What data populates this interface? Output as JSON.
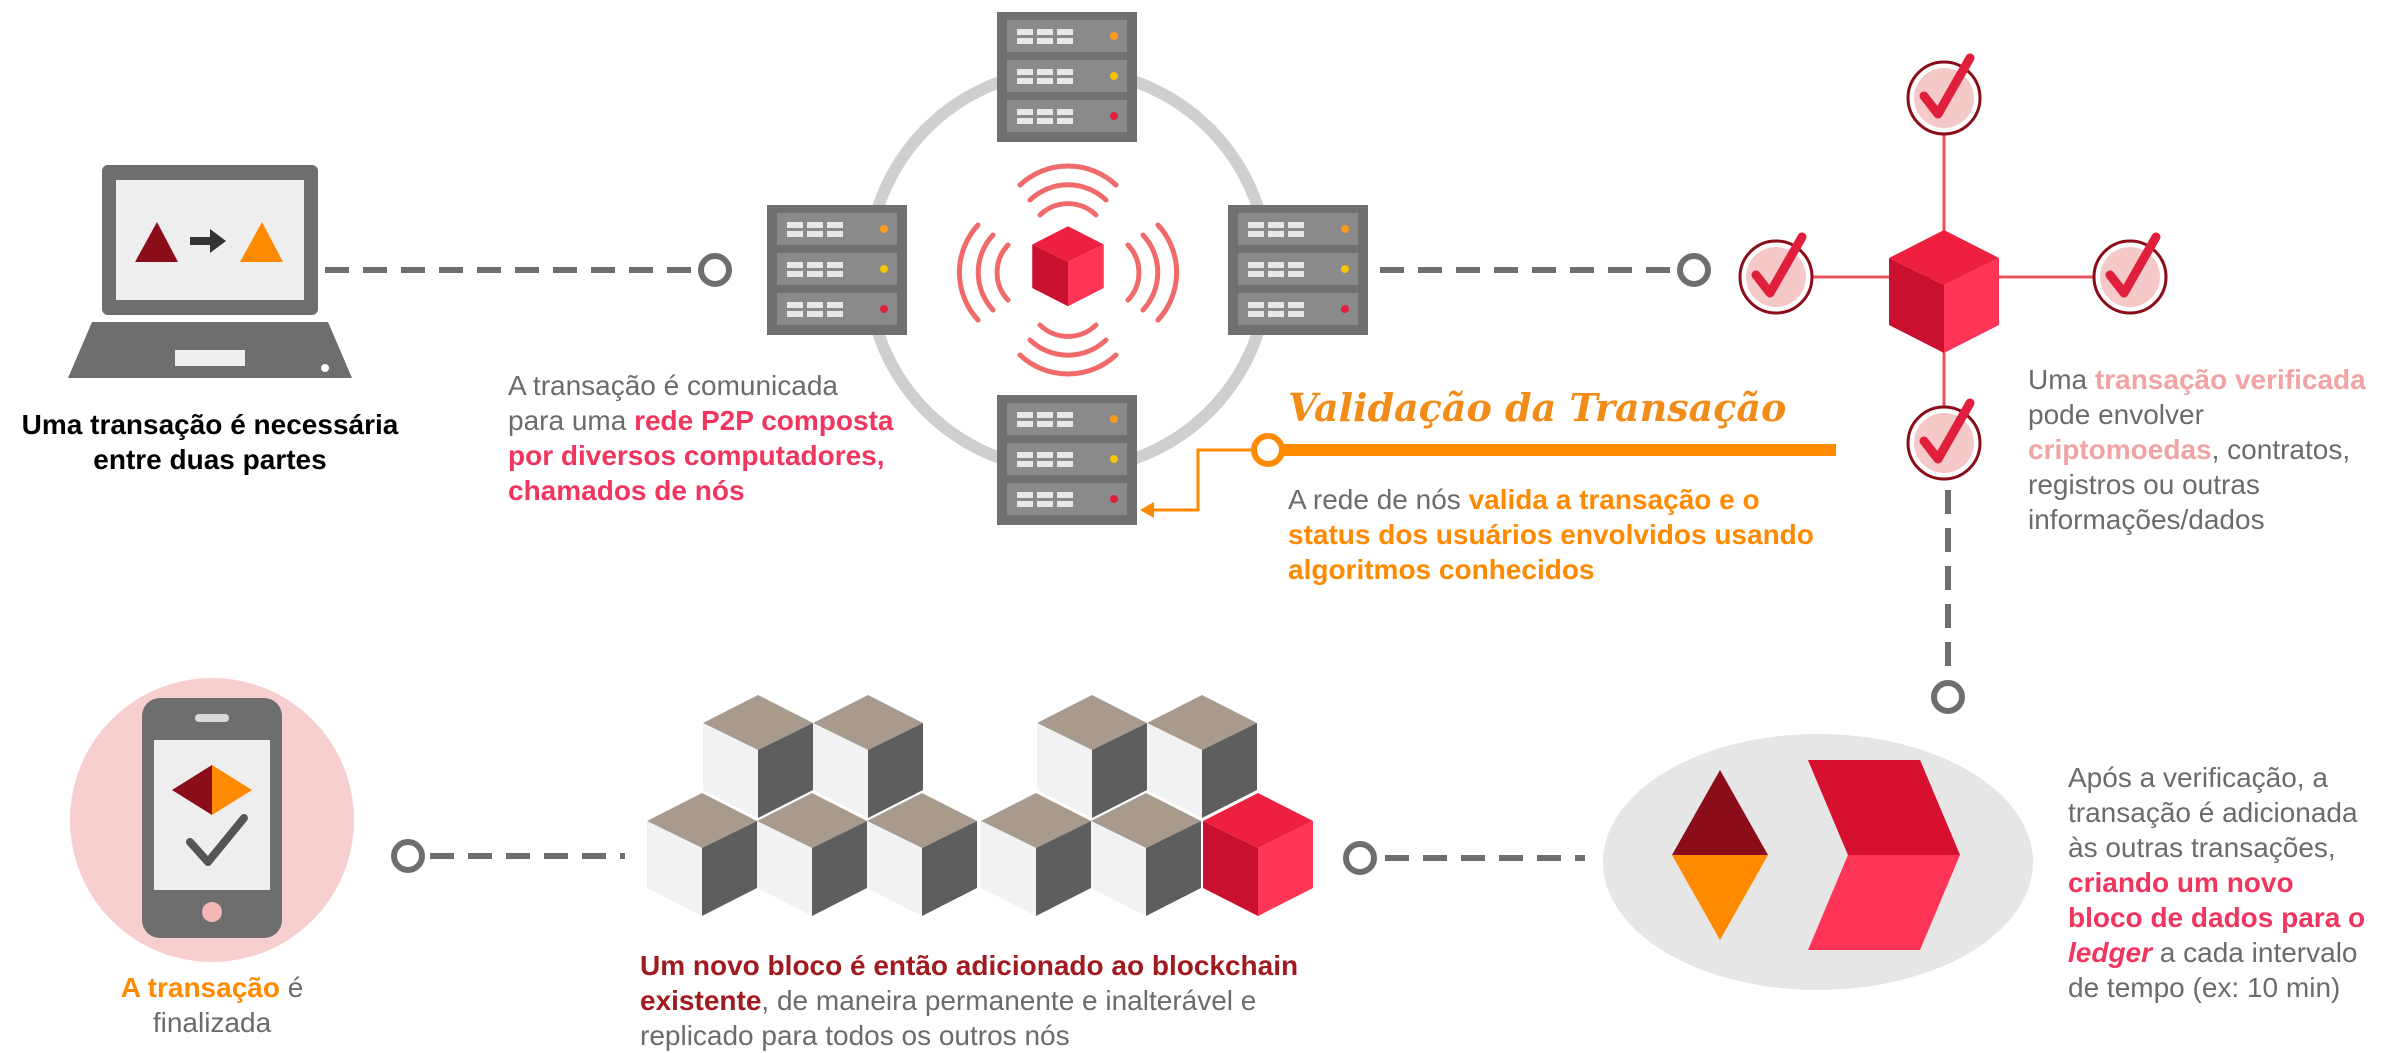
{
  "colors": {
    "red": "#e01f3d",
    "pink": "#ff3357",
    "orange": "#ff8a00",
    "maroon": "#8b0d1a",
    "gray": "#6e6e6e",
    "lightgray": "#c9c9c9"
  },
  "step1": {
    "line1": "Uma transação é necessária",
    "line2": "entre duas partes"
  },
  "step2": {
    "l1": "A transação é comunicada",
    "l2a": "para uma ",
    "l2b": "rede P2P composta",
    "l3": "por diversos computadores,",
    "l4": "chamados de nós"
  },
  "validation": {
    "title": "Validação da Transação",
    "l1a": "A rede de nós ",
    "l1b": "valida a transação e o",
    "l2": "status dos usuários envolvidos usando",
    "l3": "algoritmos conhecidos"
  },
  "step3": {
    "l1a": "Uma ",
    "l1b": "transação verificada",
    "l2": "pode envolver",
    "l3a": "criptomoedas",
    "l3b": ", contratos,",
    "l4": "registros ou outras",
    "l5": "informações/dados"
  },
  "step4": {
    "l1": "Após a verificação, a",
    "l2": "transação é adicionada",
    "l3": "às outras transações,",
    "l4": "criando um novo",
    "l5": "bloco de dados para o",
    "l6a": "ledger",
    "l6b": " a cada intervalo",
    "l7": "de tempo (ex: 10 min)"
  },
  "step5": {
    "l1": "Um novo bloco é então adicionado ao blockchain",
    "l2a": "existente",
    "l2b": ", de maneira permanente e inalterável e",
    "l3": "replicado para todos os outros nós"
  },
  "step6": {
    "l1a": "A transação",
    "l1b": " é",
    "l2": "finalizada"
  }
}
